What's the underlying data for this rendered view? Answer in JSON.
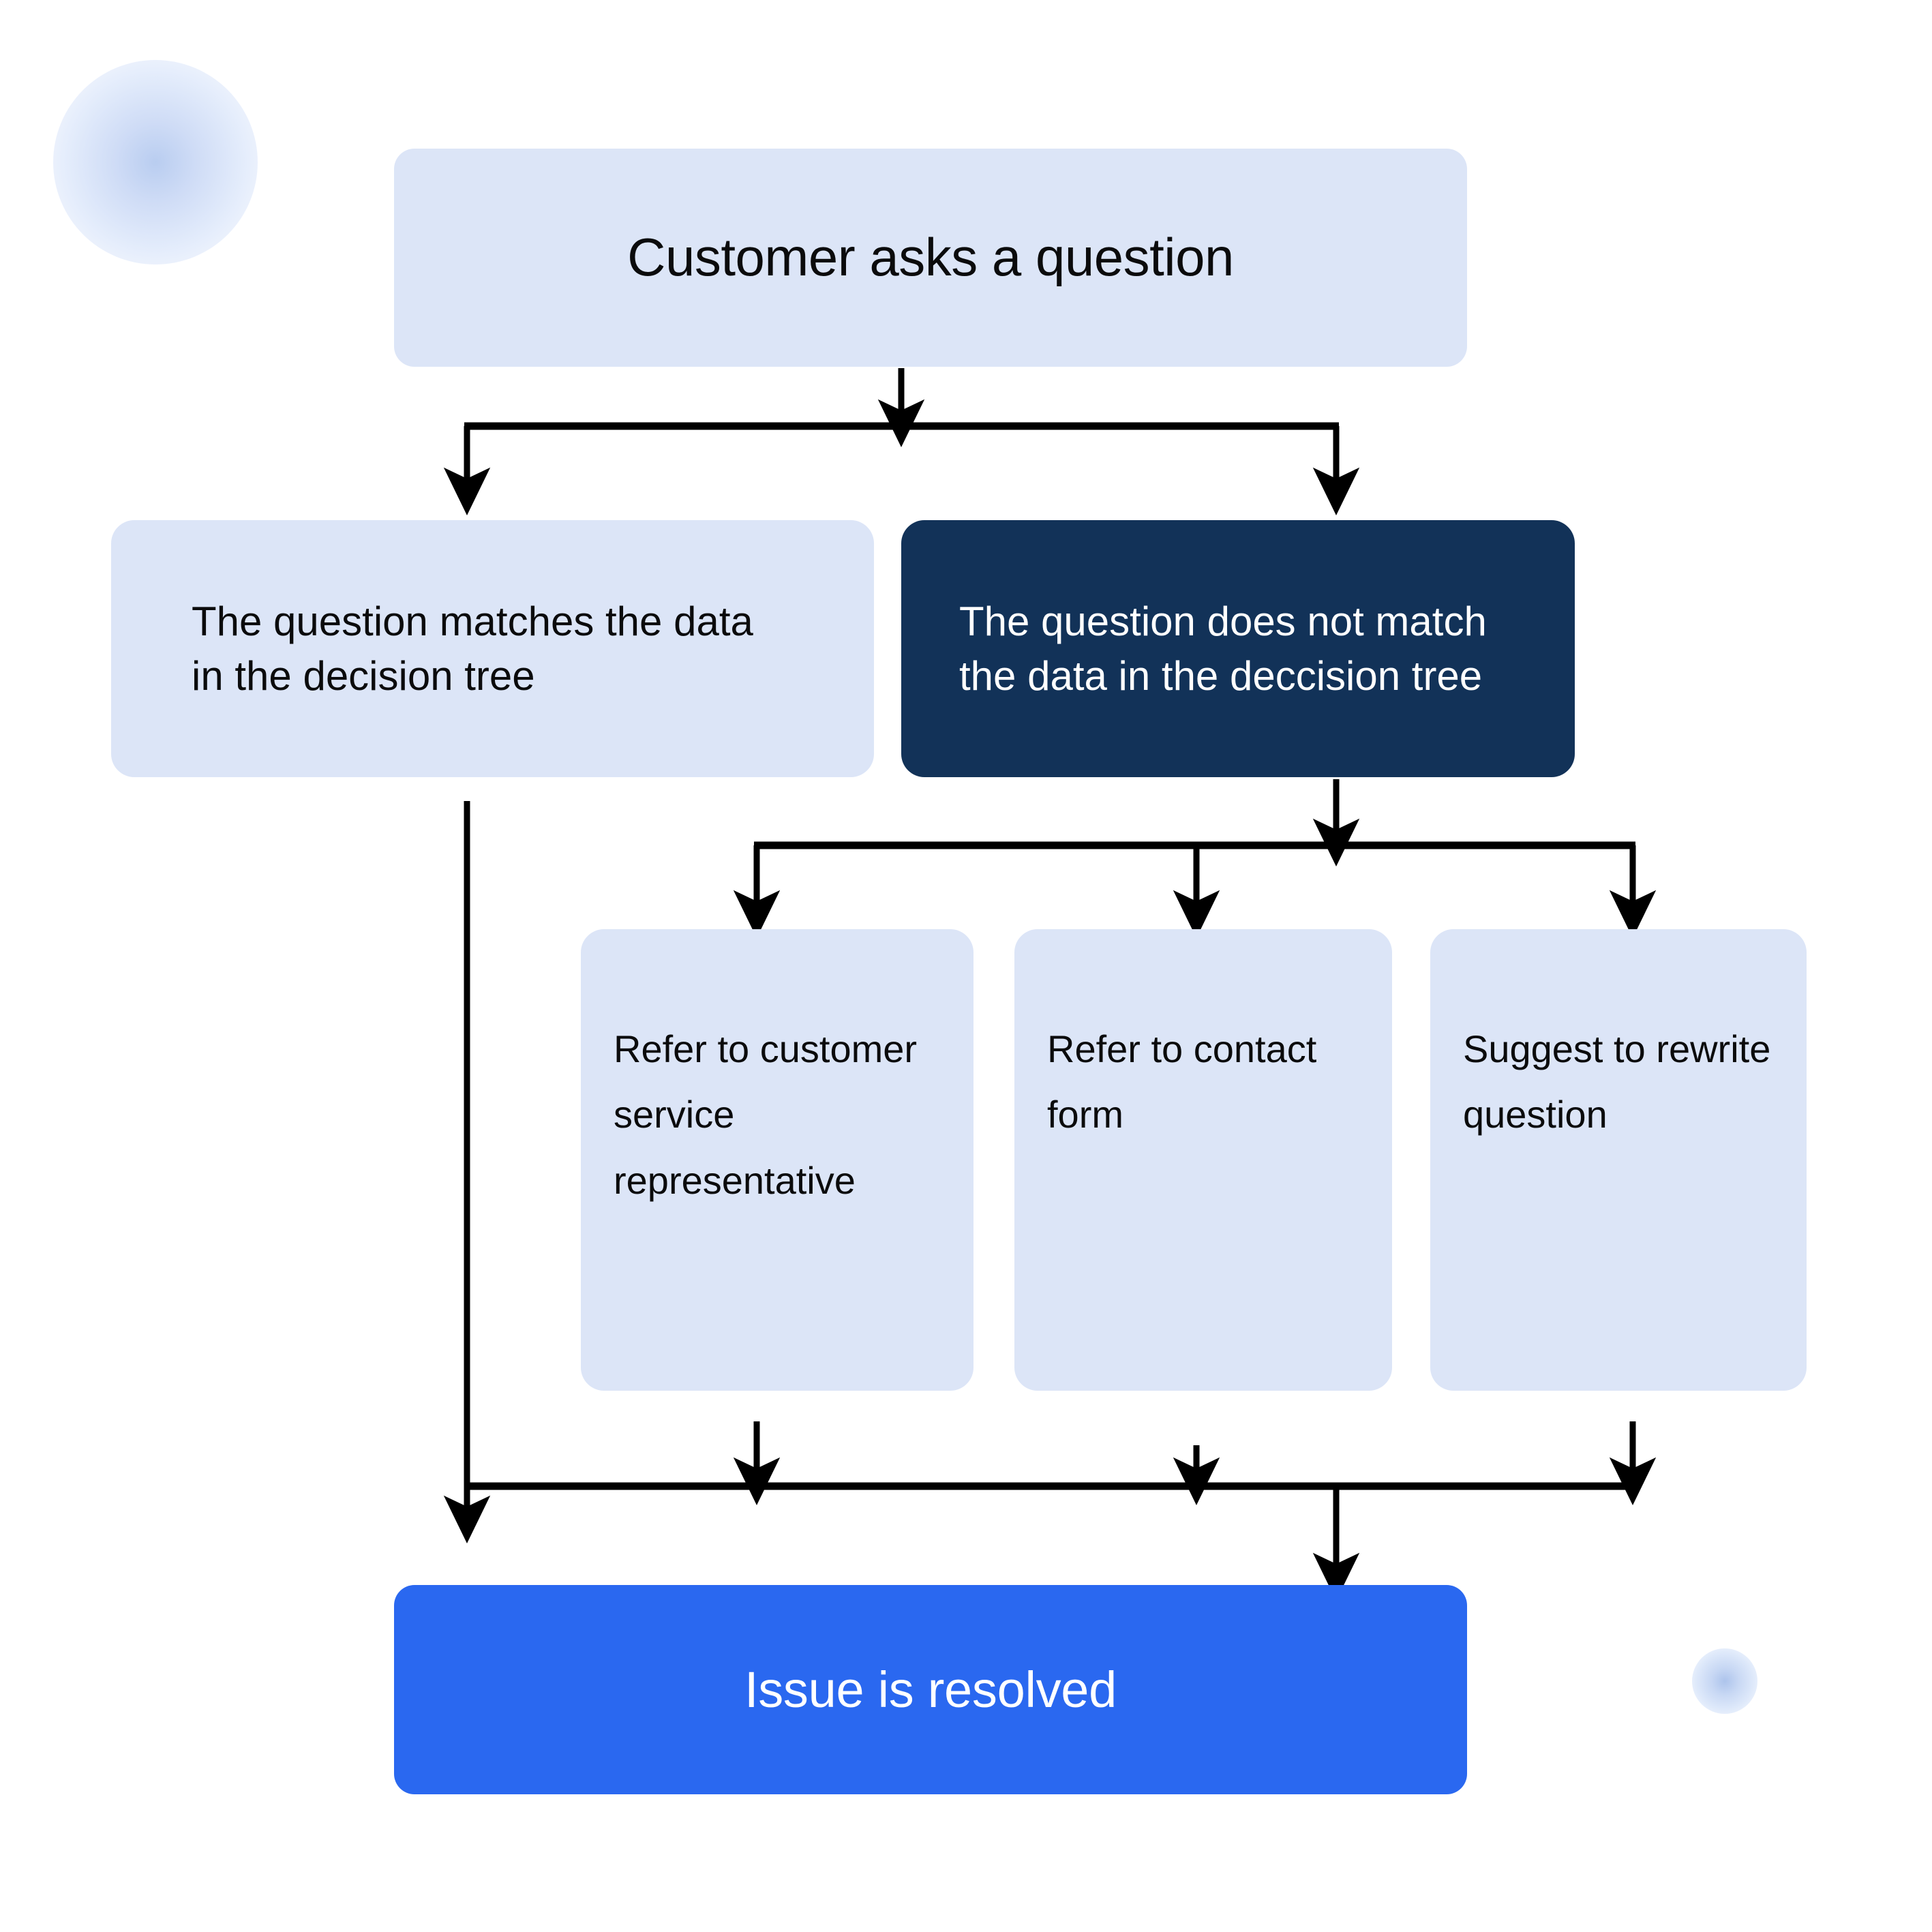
{
  "diagram": {
    "title": "Customer question handling decision flow",
    "type": "flowchart",
    "colors": {
      "node_light": "#dce5f7",
      "node_dark": "#123258",
      "node_accent": "#2a68f0",
      "text_dark": "#0b0b0c",
      "text_light": "#ffffff",
      "connector": "#000000",
      "background": "#ffffff"
    },
    "nodes": {
      "start": {
        "label": "Customer asks a question"
      },
      "branch_match": {
        "label": "The question matches the data in the decision tree"
      },
      "branch_no_match": {
        "label": "The question does not match the data in the deccision tree"
      },
      "action_1": {
        "label": "Refer to customer service representative"
      },
      "action_2": {
        "label": "Refer to contact form"
      },
      "action_3": {
        "label": "Suggest to rewrite question"
      },
      "end": {
        "label": "Issue is resolved"
      }
    },
    "edges": [
      {
        "from": "start",
        "to": "branch_match"
      },
      {
        "from": "start",
        "to": "branch_no_match"
      },
      {
        "from": "branch_match",
        "to": "end"
      },
      {
        "from": "branch_no_match",
        "to": "action_1"
      },
      {
        "from": "branch_no_match",
        "to": "action_2"
      },
      {
        "from": "branch_no_match",
        "to": "action_3"
      },
      {
        "from": "action_1",
        "to": "end"
      },
      {
        "from": "action_2",
        "to": "end"
      },
      {
        "from": "action_3",
        "to": "end"
      }
    ],
    "decorations": [
      {
        "name": "blob-large",
        "shape": "circle"
      },
      {
        "name": "blob-small",
        "shape": "circle"
      }
    ]
  }
}
